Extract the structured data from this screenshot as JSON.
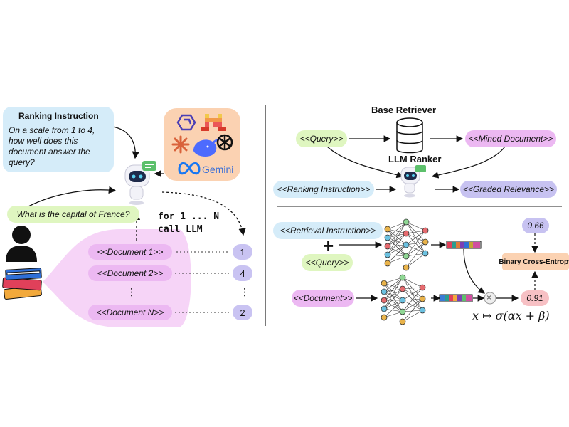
{
  "left": {
    "ranking_instruction": {
      "title": "Ranking Instruction",
      "text": "On a scale from 1 to 4, how well does this document answer the query?"
    },
    "model_logos": {
      "gemini_label": "Gemini",
      "icons": [
        "qwen-icon",
        "mistral-icon",
        "claude-icon",
        "deepseek-icon",
        "openai-icon",
        "meta-icon"
      ]
    },
    "query": "What is the capital of France?",
    "loop_text": {
      "line1": "for 1 ... N",
      "line2": "call LLM"
    },
    "documents": [
      {
        "label": "<<Document 1>>",
        "score": "1"
      },
      {
        "label": "<<Document 2>>",
        "score": "4"
      },
      {
        "label": "<<Document N>>",
        "score": "2"
      }
    ],
    "ellipsis": "⋮"
  },
  "right_top": {
    "base_retriever": "Base Retriever",
    "query": "<<Query>>",
    "mined_document": "<<Mined Document>>",
    "llm_ranker": "LLM Ranker",
    "ranking_instruction": "<<Ranking Instruction>>",
    "graded_relevance": "<<Graded Relevance>>"
  },
  "right_bottom": {
    "retrieval_instruction": "<<Retrieval Instruction>>",
    "plus": "+",
    "query": "<<Query>>",
    "document": "<<Document>>",
    "target_score": "0.66",
    "loss": "Binary Cross-Entropy",
    "predicted_score": "0.91",
    "formula": "x ↦ σ(αx + β)",
    "times": "×"
  },
  "colors": {
    "green": "#dff6c0",
    "pink": "#ecb8f2",
    "purple": "#c7c2f1",
    "blue": "#d5ecf9",
    "peach": "#fbd2b2",
    "red": "#f7c0c4"
  }
}
